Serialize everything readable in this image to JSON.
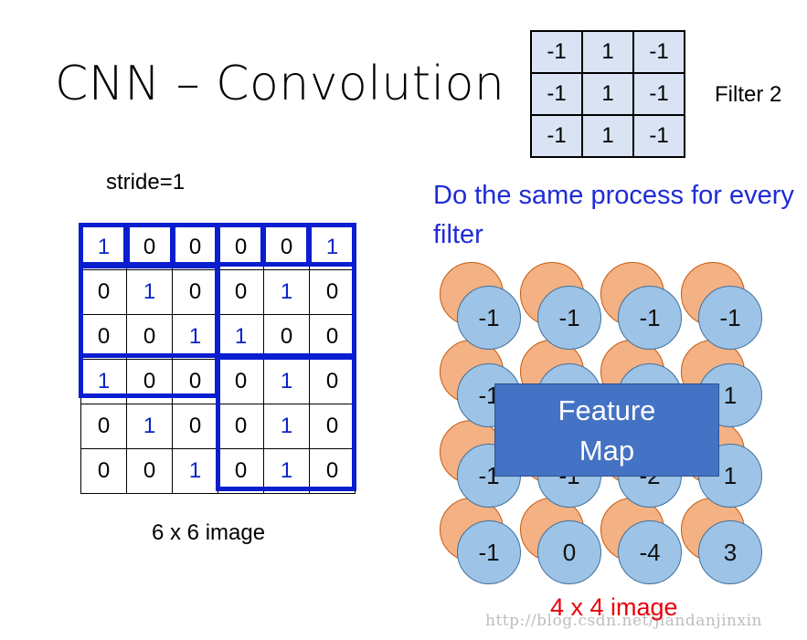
{
  "title": "CNN – Convolution",
  "filter": {
    "label": "Filter 2",
    "rows": [
      [
        "-1",
        "1",
        "-1"
      ],
      [
        "-1",
        "1",
        "-1"
      ],
      [
        "-1",
        "1",
        "-1"
      ]
    ]
  },
  "stride_label": "stride=1",
  "image": {
    "caption": "6 x 6 image",
    "rows": [
      [
        "1",
        "0",
        "0",
        "0",
        "0",
        "1"
      ],
      [
        "0",
        "1",
        "0",
        "0",
        "1",
        "0"
      ],
      [
        "0",
        "0",
        "1",
        "1",
        "0",
        "0"
      ],
      [
        "1",
        "0",
        "0",
        "0",
        "1",
        "0"
      ],
      [
        "0",
        "1",
        "0",
        "0",
        "1",
        "0"
      ],
      [
        "0",
        "0",
        "1",
        "0",
        "1",
        "0"
      ]
    ],
    "highlight_color": "#0b24c8",
    "box_color": "#0a1ecf"
  },
  "note": "Do the same process for every filter",
  "feature_map": {
    "label_line1": "Feature",
    "label_line2": "Map",
    "values": [
      [
        "-1",
        "-1",
        "-1",
        "-1"
      ],
      [
        "-1",
        "",
        "",
        "1"
      ],
      [
        "-1",
        "-1",
        "-2",
        "1"
      ],
      [
        "-1",
        "0",
        "-4",
        "3"
      ]
    ],
    "circle_color": "#9dc3e6",
    "back_circle_color": "#f4b183",
    "box_color": "#4472c4"
  },
  "result_caption": "4 x 4 image",
  "watermark": "http://blog.csdn.net/jiandanjinxin"
}
